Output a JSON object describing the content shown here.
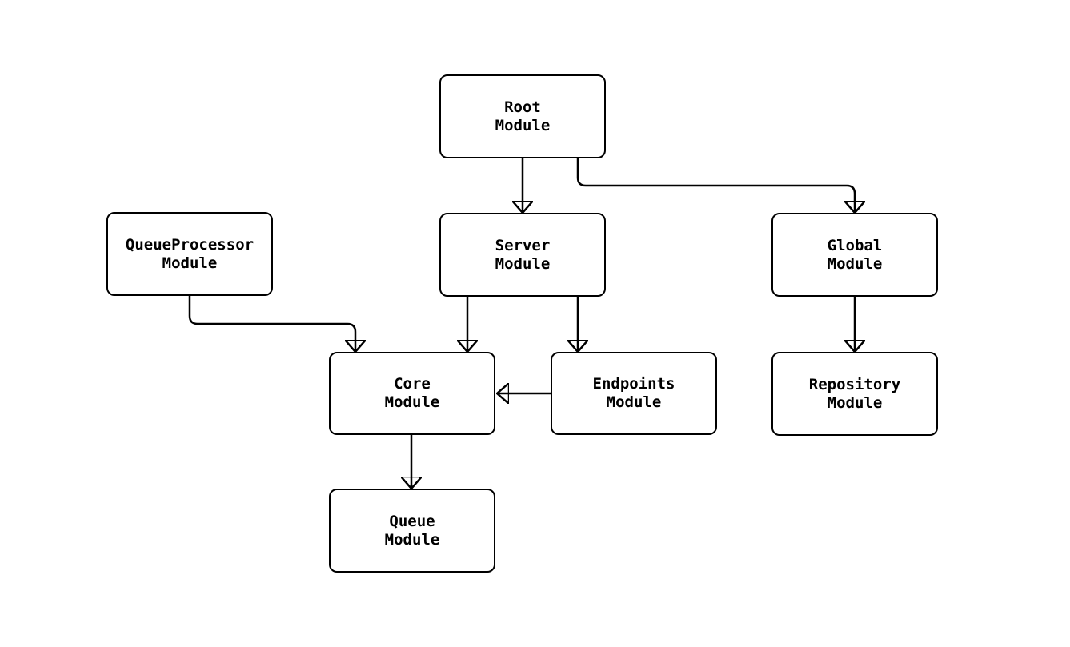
{
  "diagram": {
    "type": "module-dependency-flowchart",
    "colors": {
      "background": "#ffffff",
      "node_fill": "#ffffff",
      "stroke": "#000000",
      "text": "#000000"
    },
    "nodes": [
      {
        "id": "root",
        "line1": "Root",
        "line2": "Module"
      },
      {
        "id": "server",
        "line1": "Server",
        "line2": "Module"
      },
      {
        "id": "queueprocessor",
        "line1": "QueueProcessor",
        "line2": "Module"
      },
      {
        "id": "global",
        "line1": "Global",
        "line2": "Module"
      },
      {
        "id": "core",
        "line1": "Core",
        "line2": "Module"
      },
      {
        "id": "endpoints",
        "line1": "Endpoints",
        "line2": "Module"
      },
      {
        "id": "repository",
        "line1": "Repository",
        "line2": "Module"
      },
      {
        "id": "queue",
        "line1": "Queue",
        "line2": "Module"
      }
    ],
    "edges": [
      {
        "from": "root",
        "to": "server"
      },
      {
        "from": "root",
        "to": "global"
      },
      {
        "from": "queueprocessor",
        "to": "core"
      },
      {
        "from": "server",
        "to": "core"
      },
      {
        "from": "server",
        "to": "endpoints"
      },
      {
        "from": "global",
        "to": "repository"
      },
      {
        "from": "endpoints",
        "to": "core"
      },
      {
        "from": "core",
        "to": "queue"
      }
    ]
  }
}
